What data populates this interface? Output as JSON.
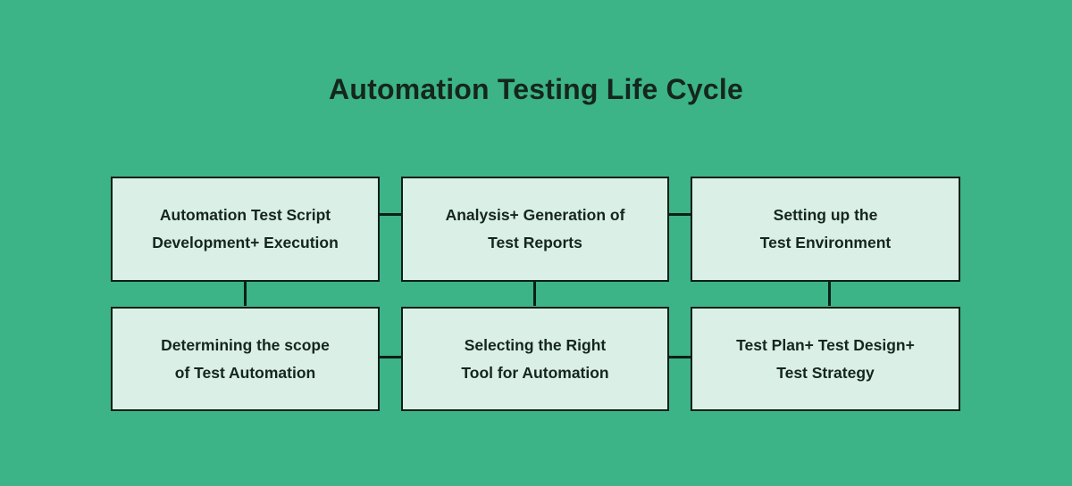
{
  "title": "Automation Testing Life Cycle",
  "colors": {
    "background": "#3cb487",
    "box-fill": "#daefe6",
    "line": "#0e1f17",
    "text": "#15261e"
  },
  "diagram": {
    "boxes": [
      {
        "id": "automation-test-script-development-execution",
        "line1": "Automation Test Script",
        "line2": "Development+ Execution"
      },
      {
        "id": "analysis-generation-of-test-reports",
        "line1": "Analysis+ Generation of",
        "line2": "Test Reports"
      },
      {
        "id": "setting-up-the-test-environment",
        "line1": "Setting up the",
        "line2": "Test Environment"
      },
      {
        "id": "determining-the-scope-of-test-automation",
        "line1": "Determining the scope",
        "line2": "of Test Automation"
      },
      {
        "id": "selecting-the-right-tool-for-automation",
        "line1": "Selecting the Right",
        "line2": "Tool for Automation"
      },
      {
        "id": "test-plan-test-design-test-strategy",
        "line1": "Test Plan+ Test Design+",
        "line2": "Test Strategy"
      }
    ]
  }
}
